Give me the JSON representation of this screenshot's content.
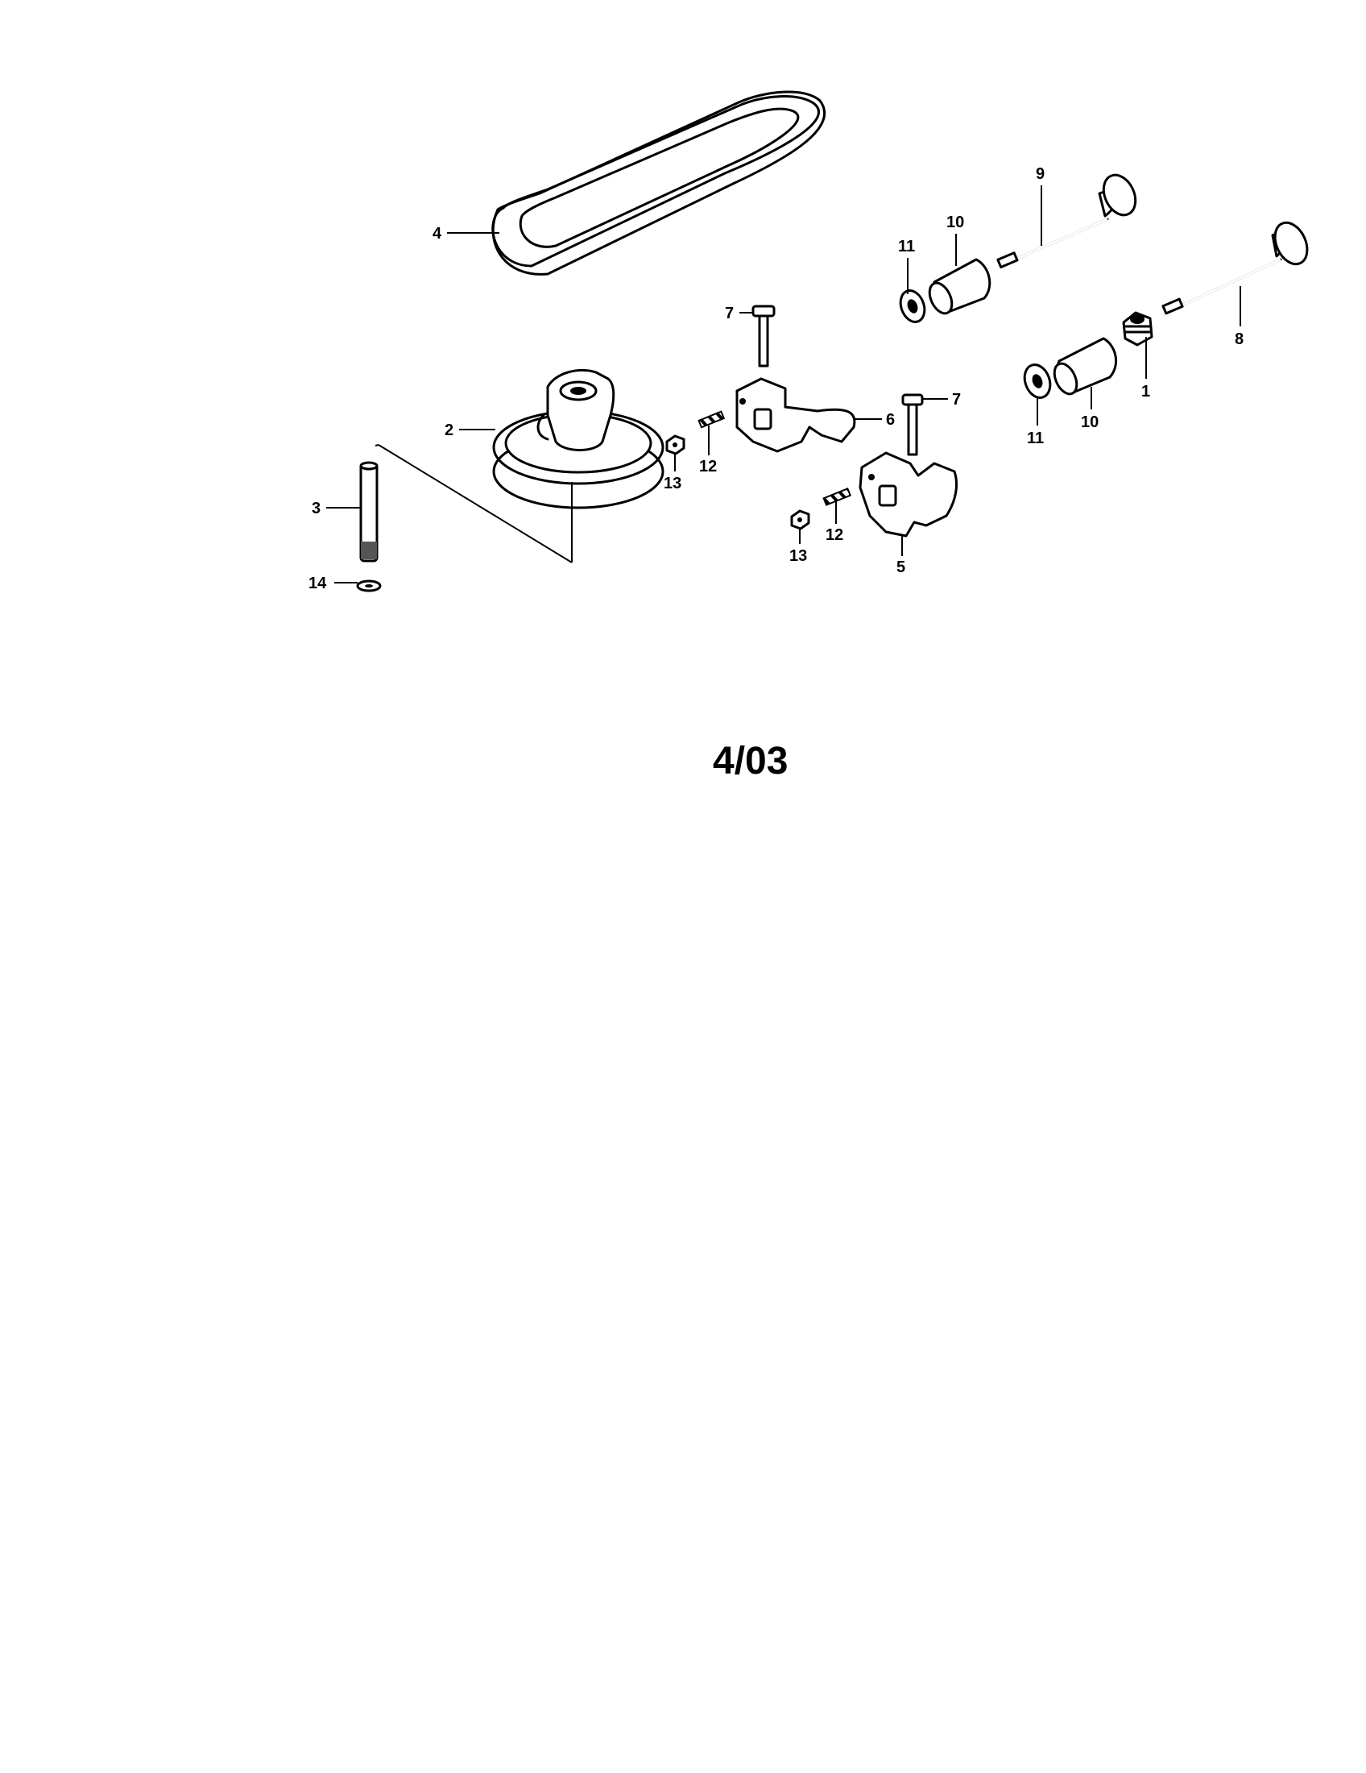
{
  "labels": {
    "p1": "1",
    "p2": "2",
    "p3": "3",
    "p4": "4",
    "p5": "5",
    "p6": "6",
    "p7a": "7",
    "p7b": "7",
    "p8": "8",
    "p9": "9",
    "p10a": "10",
    "p10b": "10",
    "p11a": "11",
    "p11b": "11",
    "p12a": "12",
    "p12b": "12",
    "p13a": "13",
    "p13b": "13",
    "p14": "14"
  },
  "page_number": "4/03"
}
